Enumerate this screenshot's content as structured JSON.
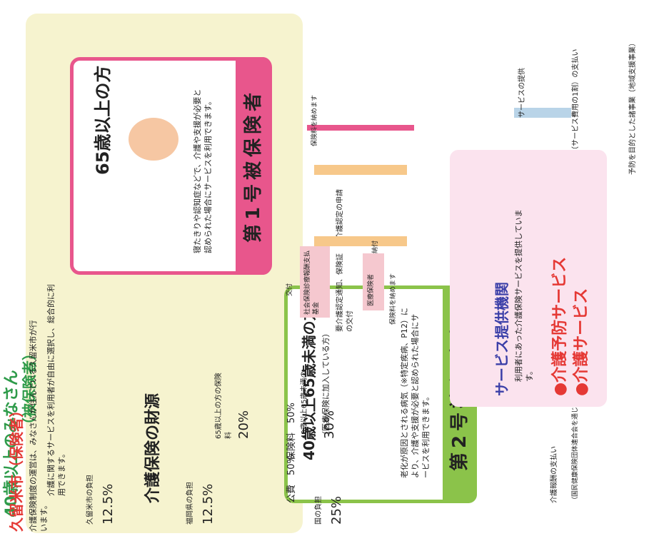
{
  "members": {
    "title": "40歳以上のみなさん",
    "subtitle": "（被保険者）",
    "description": "介護に関するサービスを利用者が自由に選択し、総合的に利用できます。"
  },
  "insured_1": {
    "heading": "65歳以上の方",
    "desc": "寝たきりや認知症などで、介護や支援が必要と認められた場合にサービスを利用できます。",
    "label": "第1号被保険者"
  },
  "insured_2": {
    "heading": "40歳以上65歳未満の方",
    "sub": "（医療保険に加入している方）",
    "desc": "老化が原因とされる病気（※特定疾病、P12）により、介護や支援が必要と認められた場合にサービスを利用できます。",
    "label": "第2号被保険者"
  },
  "flows": {
    "premium_pay_1": "保険料を納めます",
    "application": "要介護認定の申請",
    "cert_notice": "要介護認定通知、保険証の交付",
    "payment_label": "納付",
    "medical_insurer": "医療保険者",
    "premium_pay_2": "保険料を納めます",
    "fund": "社会保険診療報酬支払基金",
    "grant": "交付",
    "service_provision": "サービスの提供",
    "user_fee": "利用料（サービス費用の1割）の支払い",
    "prevention": "予防を目的とした諸事業（地域支援事業）",
    "reward": "介護報酬の支払い",
    "reward_note": "（国民健康保険団体連合会を通じておこなわれます。）"
  },
  "provider": {
    "title": "サービス提供機関",
    "description": "利用者にあった介護保険サービスを提供しています。",
    "items": [
      "●介護予防サービス",
      "●介護サービス"
    ]
  },
  "city": {
    "title": "久留米市（保険者）",
    "description": "介護保険制度の運営は、みなさんが住んでいる久留米市が行います。"
  },
  "finance": {
    "title": "介護保険の財源",
    "insurance_label": "保険料　50%",
    "public_label": "公費　50%",
    "segments": [
      {
        "label": "65歳以上の方の保険料",
        "value": "20%"
      },
      {
        "label": "40歳以上65歳未満の",
        "value": "30%"
      },
      {
        "label": "久留米市の負担",
        "value": "12.5%"
      },
      {
        "label": "福岡県の負担",
        "value": "12.5%"
      },
      {
        "label": "国の負担",
        "value": "25%"
      }
    ]
  },
  "colors": {
    "orange": "#f3a23c",
    "green": "#8bc34a",
    "pink": "#e8568c",
    "blue_arrow": "#b9d4e8",
    "peach_arrow": "#f7c88a"
  }
}
